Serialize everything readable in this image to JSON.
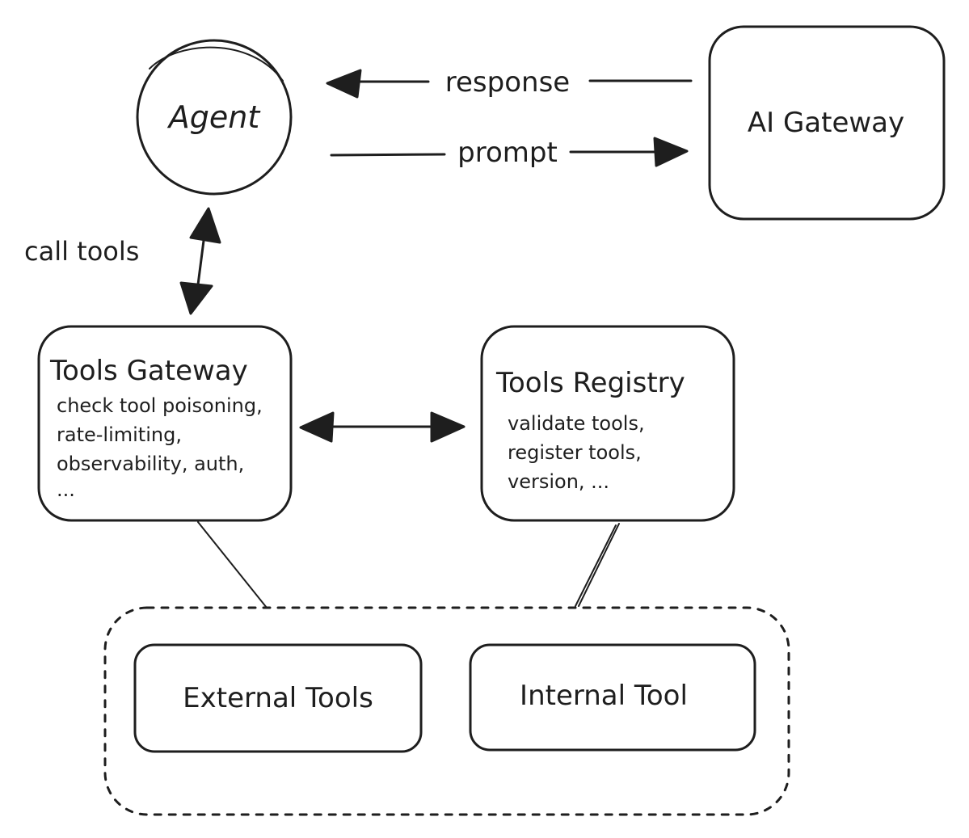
{
  "colors": {
    "agent_fill": "#d0bfff",
    "tool_fill": "#a5d8ff",
    "stroke": "#1e1e1e",
    "background": "#ffffff"
  },
  "nodes": {
    "agent": {
      "label": "Agent"
    },
    "ai_gateway": {
      "label": "AI Gateway"
    },
    "tools_gateway": {
      "title": "Tools Gateway",
      "lines": [
        "check tool poisoning,",
        "rate-limiting,",
        "observability, auth,",
        "..."
      ]
    },
    "tools_registry": {
      "title": "Tools Registry",
      "lines": [
        "validate tools,",
        "register tools,",
        "version, ..."
      ]
    },
    "external_tools": {
      "label": "External Tools"
    },
    "internal_tool": {
      "label": "Internal Tool"
    }
  },
  "edges": {
    "response": {
      "label": "response"
    },
    "prompt": {
      "label": "prompt"
    },
    "call_tools": {
      "label": "call tools"
    },
    "gateway_registry": {
      "label": ""
    }
  }
}
